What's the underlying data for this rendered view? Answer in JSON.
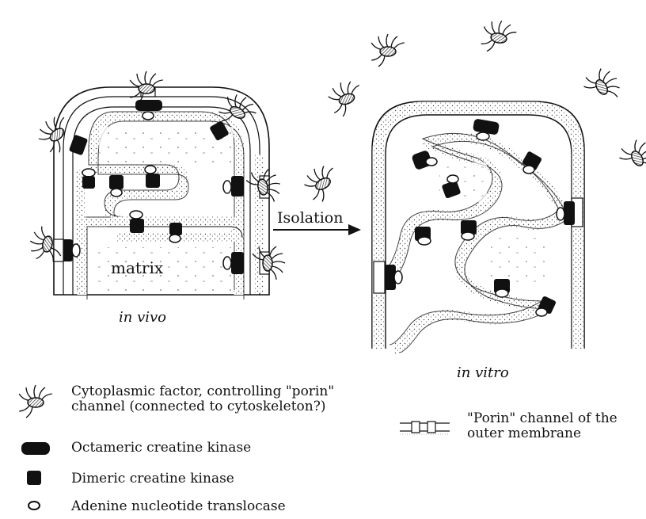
{
  "labels": {
    "matrix": "matrix",
    "isolation": "Isolation",
    "in_vivo": "in vivo",
    "in_vitro": "in vitro"
  },
  "legend": {
    "cytoplasmic_factor_line1": "Cytoplasmic factor, controlling \"porin\"",
    "cytoplasmic_factor_line2": "channel (connected to cytoskeleton?)",
    "octameric_ck": "Octameric creatine kinase",
    "dimeric_ck": "Dimeric creatine kinase",
    "translocase": "Adenine nucleotide translocase",
    "porin_line1": "\"Porin\" channel of the",
    "porin_line2": "outer membrane"
  },
  "colors": {
    "ink": "#111111",
    "membrane_fill": "#f2f2f2",
    "background": "#ffffff"
  },
  "icons": [
    "cytoplasmic-factor-icon",
    "octameric-ck-icon",
    "dimeric-ck-icon",
    "translocase-icon",
    "porin-channel-icon"
  ]
}
